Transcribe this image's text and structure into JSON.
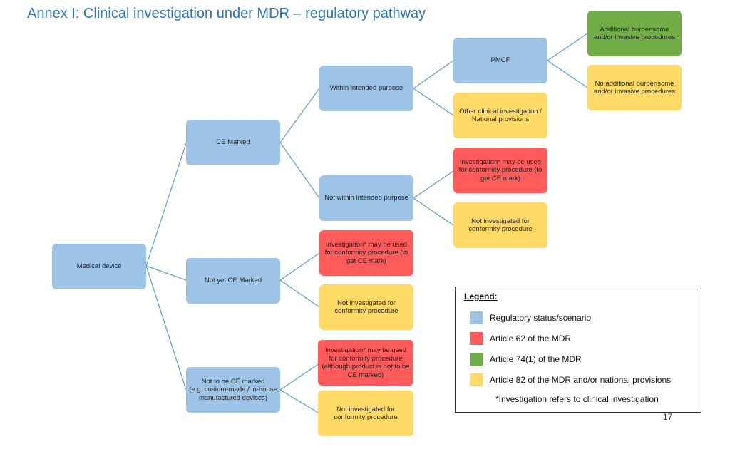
{
  "title": "Annex I: Clinical investigation under MDR – regulatory pathway",
  "colors": {
    "blue": "#9dc3e6",
    "red": "#ff5b5b",
    "green": "#70ad47",
    "yellow": "#ffd966",
    "title": "#2e75b6",
    "connector": "#5b9bd5"
  },
  "nodes": {
    "medical_device": "Medical device",
    "ce_marked": "CE Marked",
    "not_yet_ce": "Not yet CE Marked",
    "not_to_be_ce": "Not to be CE marked\n(e.g. custom-made / in-house manufactured devices)",
    "within_purpose": "Within intended purpose",
    "not_within_purpose": "Not within intended purpose",
    "pmcf": "PMCF",
    "other_clinical": "Other clinical investigation /\nNational provisions",
    "additional_burden": "Additional burdensome\nand/or invasive procedures",
    "no_additional_burden": "No additional burdensome\nand/or invasive procedures",
    "nwp_investigation": "Investigation* may be used for conformity procedure (to get CE mark)",
    "nwp_not_investigated": "Not investigated for\nconformity procedure",
    "nyc_investigation": "Investigation* may be used for conformity procedure (to get CE mark)",
    "nyc_not_investigated": "Not investigated for\nconformity procedure",
    "ntb_investigation": "Investigation* may be used for conformity procedure\n(although product is not to be CE marked)",
    "ntb_not_investigated": "Not investigated for\nconformity procedure"
  },
  "legend": {
    "title": "Legend:",
    "items": [
      {
        "label": "Regulatory status/scenario",
        "color": "#9dc3e6"
      },
      {
        "label": "Article 62 of the MDR",
        "color": "#ff5b5b"
      },
      {
        "label": "Article 74(1) of the MDR",
        "color": "#70ad47"
      },
      {
        "label": "Article 82 of the MDR and/or national provisions",
        "color": "#ffd966"
      }
    ],
    "note": "*Investigation refers to clinical investigation"
  },
  "page_number": "17"
}
